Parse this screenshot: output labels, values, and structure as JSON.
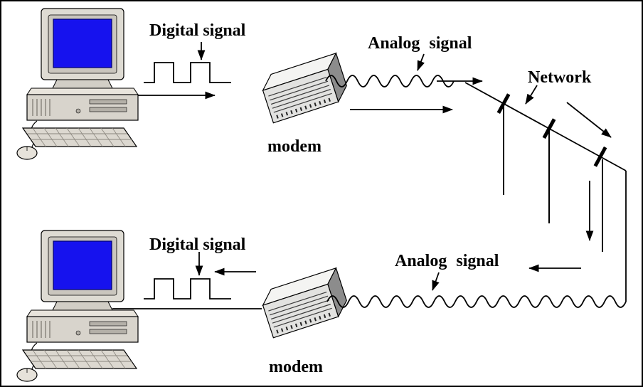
{
  "labels": {
    "top_digital": "Digital signal",
    "top_analog": "Analog signal",
    "network": "Network",
    "top_modem": "modem",
    "bottom_digital": "Digital signal",
    "bottom_analog": "Analog signal",
    "bottom_modem": "modem"
  },
  "icons": {
    "computer": "desktop-computer-icon",
    "modem": "modem-device-icon"
  },
  "colors": {
    "screen_blue": "#1612ee",
    "ink": "#000000",
    "background": "#ffffff"
  }
}
